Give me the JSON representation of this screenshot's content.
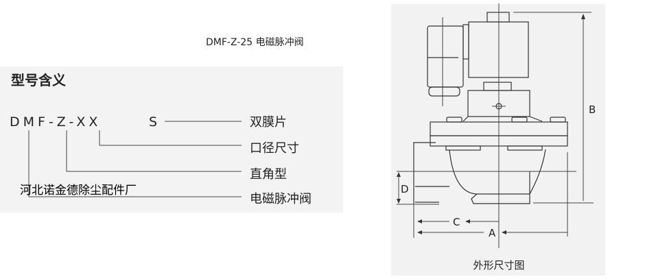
{
  "title": "DMF-Z-25 电磁脉冲阀",
  "model_meaning": {
    "heading": "型号含义",
    "code": "DMF-Z-XX",
    "suffix": "S",
    "labels": [
      "双膜片",
      "口径尺寸",
      "直角型",
      "电磁脉冲阀"
    ],
    "watermark": "河北诺金德除尘配件厂"
  },
  "drawing": {
    "dimensions": [
      "A",
      "B",
      "C",
      "D"
    ],
    "caption": "外形尺寸图"
  }
}
